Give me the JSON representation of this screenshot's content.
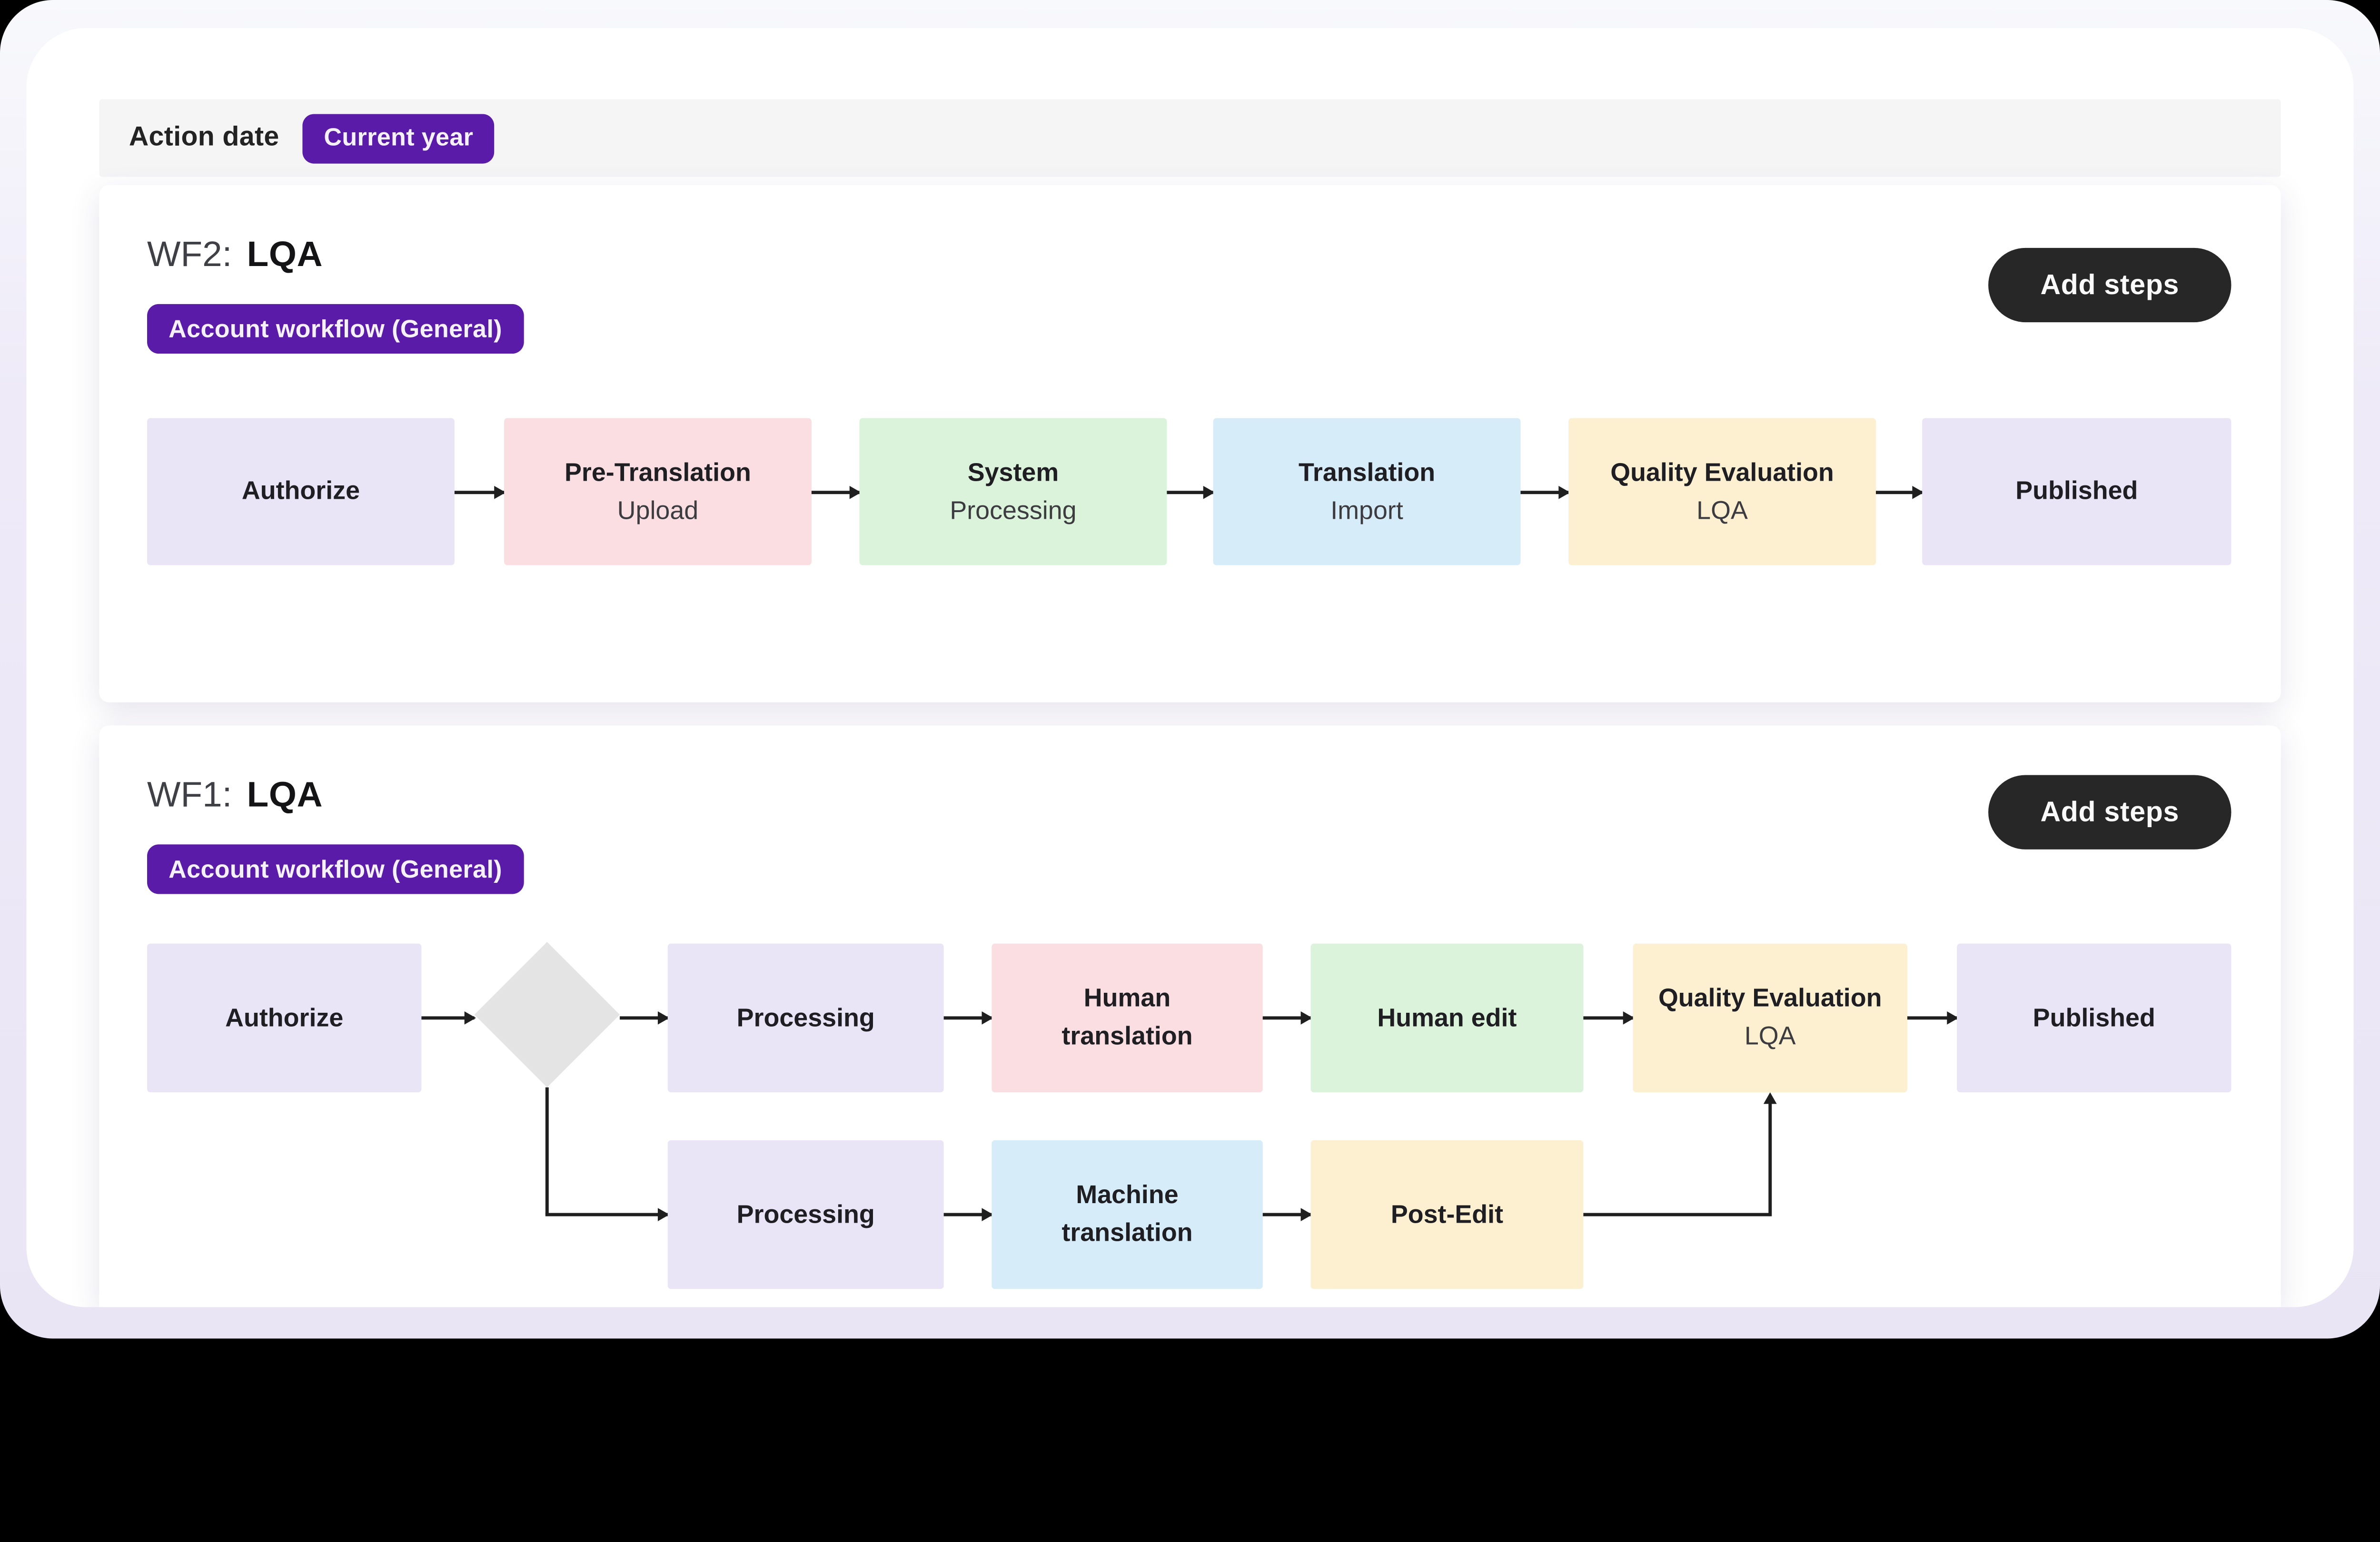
{
  "filter_bar": {
    "label": "Action date",
    "value": "Current year"
  },
  "workflows": [
    {
      "prefix": "WF2:",
      "name": "LQA",
      "tag": "Account workflow (General)",
      "add_button": "Add steps",
      "steps": [
        {
          "title": "Authorize",
          "subtitle": "",
          "color": "lavender"
        },
        {
          "title": "Pre-Translation",
          "subtitle": "Upload",
          "color": "pink"
        },
        {
          "title": "System",
          "subtitle": "Processing",
          "color": "green"
        },
        {
          "title": "Translation",
          "subtitle": "Import",
          "color": "blue"
        },
        {
          "title": "Quality Evaluation",
          "subtitle": "LQA",
          "color": "cream"
        },
        {
          "title": "Published",
          "subtitle": "",
          "color": "lavender"
        }
      ]
    },
    {
      "prefix": "WF1:",
      "name": "LQA",
      "tag": "Account workflow (General)",
      "add_button": "Add steps",
      "row1": [
        {
          "title": "Authorize",
          "color": "lavender"
        },
        {
          "type": "decision",
          "title": ""
        },
        {
          "title": "Processing",
          "color": "lavender"
        },
        {
          "title": "Human",
          "title2": "translation",
          "color": "pink"
        },
        {
          "title": "Human edit",
          "color": "green"
        },
        {
          "title": "Quality Evaluation",
          "subtitle": "LQA",
          "color": "cream"
        },
        {
          "title": "Published",
          "color": "lavender"
        }
      ],
      "row2": [
        {
          "title": "Processing",
          "color": "lavender"
        },
        {
          "title": "Machine",
          "title2": "translation",
          "color": "blue"
        },
        {
          "title": "Post-Edit",
          "color": "cream"
        }
      ]
    }
  ],
  "colors": {
    "accent_purple": "#5a1ca8",
    "button_dark": "#272727",
    "step_lavender": "#e9e5f7",
    "step_pink": "#fbdee1",
    "step_green": "#dbf3db",
    "step_blue": "#d6ecf9",
    "step_cream": "#fdf0d1",
    "decision_gray": "#e4e4e4",
    "connector": "#1f1f1f",
    "filter_bar_bg": "#f5f5f6",
    "page_bg": "#e9e5f5"
  }
}
